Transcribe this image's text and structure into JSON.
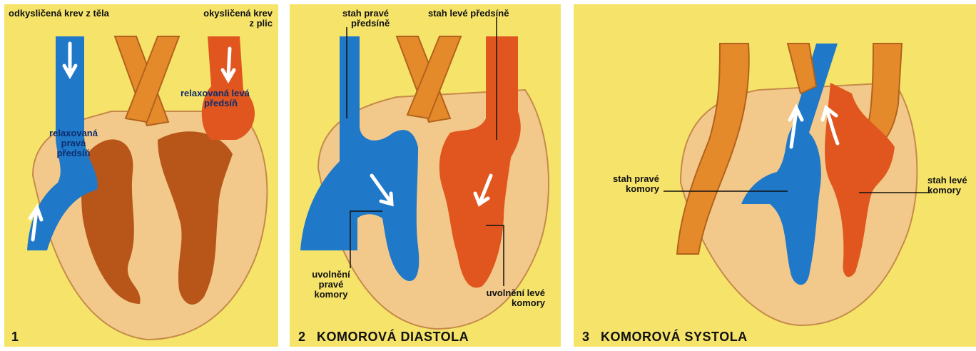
{
  "panels": [
    {
      "number": "1",
      "title": "",
      "labels": {
        "deoxy_in": "odkysličená krev z těla",
        "oxy_in_1": "okysličená krev",
        "oxy_in_2": "z plic",
        "left_atrium_1": "relaxovaná levá",
        "left_atrium_2": "předsíň",
        "right_atrium_1": "relaxovaná",
        "right_atrium_2": "pravá",
        "right_atrium_3": "předsíň"
      }
    },
    {
      "number": "2",
      "title": "KOMOROVÁ DIASTOLA",
      "labels": {
        "right_atrium_contract_1": "stah pravé",
        "right_atrium_contract_2": "předsíně",
        "left_atrium_contract": "stah levé předsíně",
        "right_ventricle_relax_1": "uvolnění",
        "right_ventricle_relax_2": "pravé",
        "right_ventricle_relax_3": "komory",
        "left_ventricle_relax_1": "uvolnění levé",
        "left_ventricle_relax_2": "komory"
      }
    },
    {
      "number": "3",
      "title": "KOMOROVÁ SYSTOLA",
      "labels": {
        "right_ventricle_contract_1": "stah pravé",
        "right_ventricle_contract_2": "komory",
        "left_ventricle_contract_1": "stah levé",
        "left_ventricle_contract_2": "komory"
      }
    }
  ],
  "colors": {
    "background": "#f6e46a",
    "tissue": "#f2c98a",
    "vessel_orange": "#e58a2b",
    "deoxygenated_blue": "#1f78c8",
    "oxygenated_red": "#e1551f",
    "chamber_brown": "#b8561a",
    "arrow": "#ffffff"
  }
}
